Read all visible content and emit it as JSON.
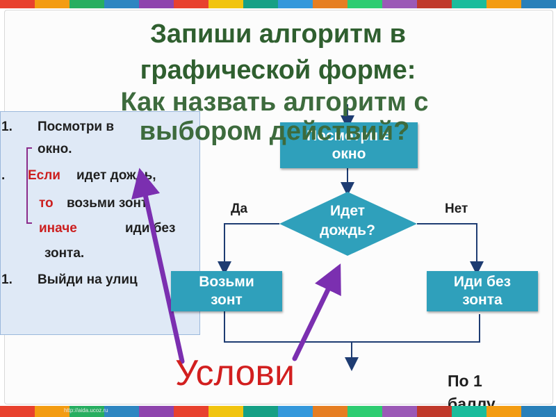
{
  "title": {
    "line1": "Запиши алгоритм в",
    "line2": "графической форме:"
  },
  "question": {
    "line1": "Как назвать алгоритм с",
    "line2": "выбором действий?"
  },
  "steps": {
    "n1": "1.",
    "s1a": "Посмотри в",
    "s1b": "окно.",
    "n2": ".",
    "if_kw": "Если",
    "s2a": "идет дождь,",
    "then_kw": "то",
    "s2b": "возьми зонт,",
    "else_kw": "иначе",
    "s2c": "иди без",
    "s2d": "зонта.",
    "n3": "1.",
    "s3": "Выйди на улиц"
  },
  "flowchart": {
    "start_l1": "Посмотри в",
    "start_l2": "окно",
    "condition_l1": "Идет",
    "condition_l2": "дождь?",
    "yes_label": "Да",
    "no_label": "Нет",
    "yes_l1": "Возьми",
    "yes_l2": "зонт",
    "no_l1": "Иди без",
    "no_l2": "зонта",
    "box_color": "#2fa0bb",
    "arrow_color": "#7b2fb0"
  },
  "caption": "Услови",
  "points": {
    "line1": "По 1",
    "line2": "баллу"
  },
  "footer_url": "http://aida.ucoz.ru",
  "stripe_colors": [
    "#e8412e",
    "#f39c12",
    "#27ae60",
    "#2e86c1",
    "#8e44ad",
    "#e8412e",
    "#f1c40f",
    "#16a085",
    "#3498db",
    "#e67e22",
    "#2ecc71",
    "#9b59b6",
    "#c0392b",
    "#1abc9c",
    "#f39c12",
    "#2980b9"
  ]
}
